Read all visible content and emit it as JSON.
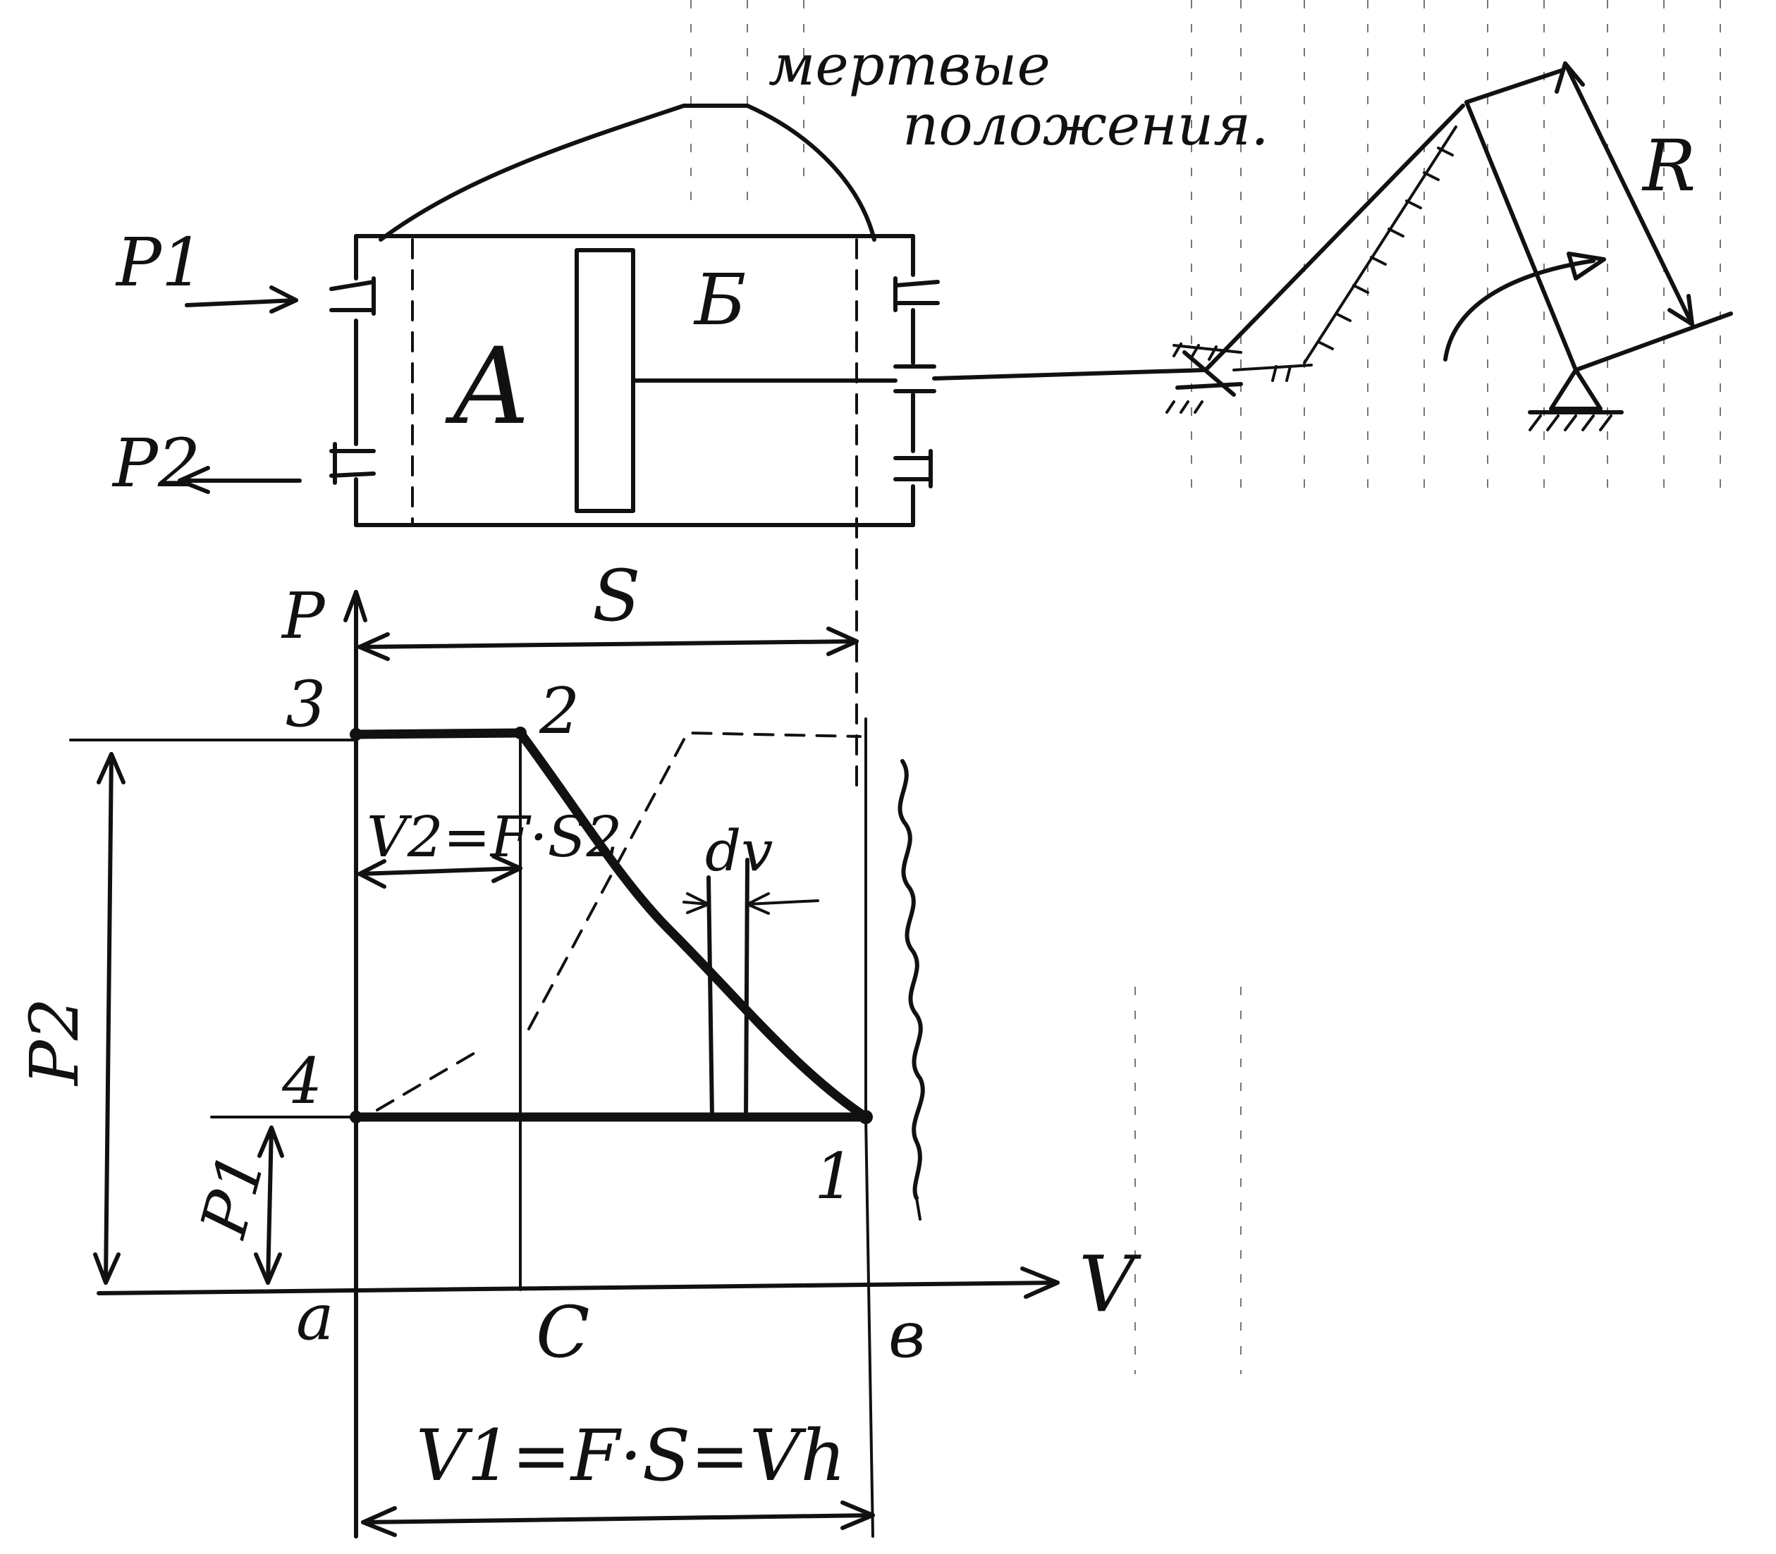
{
  "annotation": {
    "line1": "мертвые",
    "line2": "положения."
  },
  "cylinder": {
    "chamber_a": "А",
    "chamber_b": "Б",
    "inlet_label": "P1",
    "outlet_label": "P2"
  },
  "crank": {
    "radius_label": "R"
  },
  "diagram": {
    "axis_p": "P",
    "axis_v": "V",
    "stroke_label": "S",
    "point_1": "1",
    "point_2": "2",
    "point_3": "3",
    "point_4": "4",
    "axis_a": "a",
    "axis_c": "C",
    "axis_b": "в",
    "v2_formula": "V2=F·S2",
    "dv_label": "dv",
    "p2_dim": "P2",
    "p1_dim": "P1",
    "v1_formula": "V1=F·S=Vh"
  }
}
